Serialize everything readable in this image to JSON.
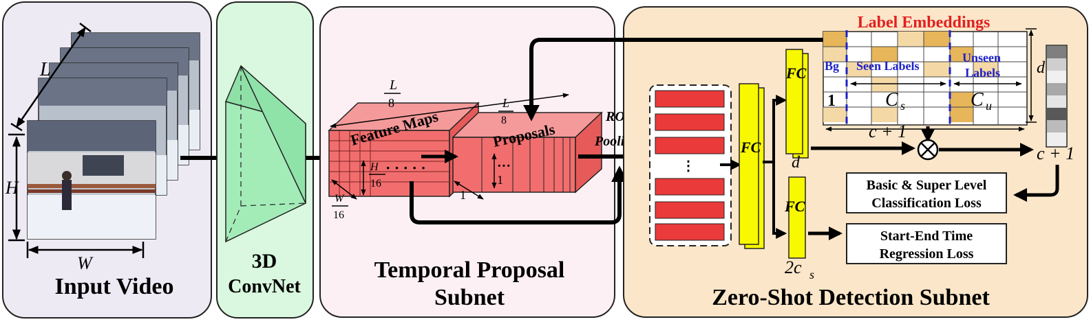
{
  "panels": {
    "input": {
      "title": "Input Video",
      "dim_L": "L",
      "dim_H": "H",
      "dim_W": "W"
    },
    "convnet": {
      "title_line1": "3D",
      "title_line2": "ConvNet"
    },
    "proposal": {
      "title_line1": "Temporal Proposal",
      "title_line2": "Subnet",
      "feature_maps_label": "Feature Maps",
      "proposals_label": "Proposals",
      "frac_L8_num": "L",
      "frac_L8_den": "8",
      "frac_H16_num": "H",
      "frac_H16_den": "16",
      "frac_W16_num": "W",
      "frac_W16_den": "16",
      "dots": "· · · · ·",
      "one_a": "1",
      "one_b": "1"
    },
    "detection": {
      "title": "Zero-Shot Detection Subnet",
      "roi_line1": "ROI",
      "roi_line2": "Pooling",
      "fc1": "FC",
      "fc2": "FC",
      "fc3": "FC",
      "d_out": "d",
      "two_cs": "2c",
      "two_cs_sub": "s",
      "label_embeddings": "Label Embeddings",
      "bg": "Bg",
      "seen_labels": "Seen Labels",
      "unseen_line1": "Unseen",
      "unseen_line2": "Labels",
      "one": "1",
      "cs": "C",
      "cs_sub": "s",
      "cu": "C",
      "cu_sub": "u",
      "c_plus_1": "c + 1",
      "d_dim": "d",
      "otimes": "⊗",
      "result": "c + 1",
      "loss1_line1": "Basic & Super Level",
      "loss1_line2": "Classification Loss",
      "loss2_line1": "Start-End Time",
      "loss2_line2": "Regression Loss"
    }
  },
  "colors": {
    "panel_input": "#eeeaf4",
    "panel_convnet": "#d9f8df",
    "panel_proposal": "#fcf0f5",
    "panel_detection": "#fbe6c9",
    "feature_red": "#f26e6e",
    "roi_red": "#ea3a3a",
    "fc_yellow": "#f8f800",
    "prism_green": "#a3ecb8",
    "embed_gold": "#e7b65a",
    "label_red": "#e32020",
    "label_blue": "#1d22c9"
  }
}
